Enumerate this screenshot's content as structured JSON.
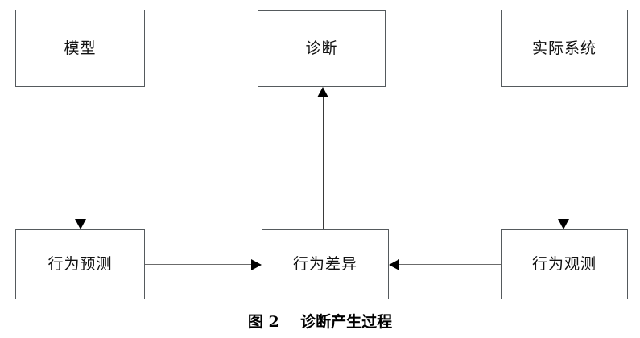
{
  "figure": {
    "caption": "图 2    诊断产生过程",
    "label": "图 2",
    "title": "诊断产生过程"
  },
  "nodes": {
    "model": "模型",
    "diagnosis": "诊断",
    "real_system": "实际系统",
    "behavior_prediction": "行为预测",
    "behavior_difference": "行为差异",
    "behavior_observation": "行为观测"
  },
  "colors": {
    "box_border": "#555a5d",
    "arrow": "#000000",
    "connector_line": "#6b6b6b",
    "text": "#111111",
    "background": "#ffffff"
  },
  "edges": [
    {
      "from": "model",
      "to": "behavior_prediction",
      "direction": "down"
    },
    {
      "from": "real_system",
      "to": "behavior_observation",
      "direction": "down"
    },
    {
      "from": "behavior_prediction",
      "to": "behavior_difference",
      "direction": "right"
    },
    {
      "from": "behavior_observation",
      "to": "behavior_difference",
      "direction": "left"
    },
    {
      "from": "behavior_difference",
      "to": "diagnosis",
      "direction": "up"
    }
  ]
}
